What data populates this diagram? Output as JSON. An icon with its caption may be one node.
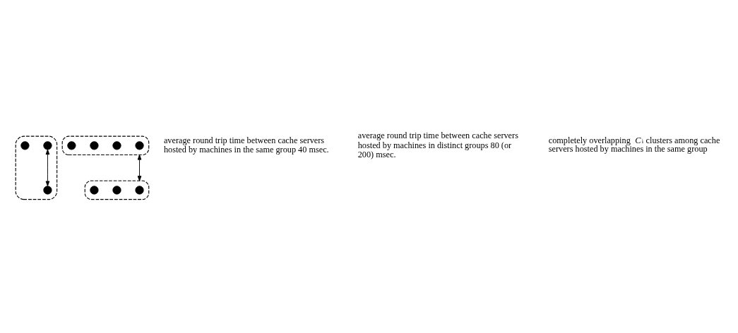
{
  "diagram": {
    "nodes": [
      {
        "text": [],
        "shape": "cloud"
      },
      {
        "text": [],
        "shape": "circle",
        "in": 0
      },
      {
        "text": [],
        "shape": "circle",
        "in": 0
      },
      {
        "text": [],
        "shape": "circle",
        "in": 0
      },
      {
        "text": [],
        "shape": "cloud"
      },
      {
        "text": [],
        "shape": "circle",
        "in": 4
      },
      {
        "text": [],
        "shape": "circle",
        "in": 4
      },
      {
        "text": [],
        "shape": "circle",
        "in": 4
      },
      {
        "text": [],
        "shape": "cloud"
      },
      {
        "text": [],
        "shape": "circle",
        "in": 8
      },
      {
        "text": [],
        "shape": "circle",
        "in": 8
      },
      {
        "text": [],
        "shape": "circle",
        "in": 8
      },
      {
        "text": [],
        "shape": "circle",
        "in": 8
      }
    ],
    "edges": [
      {
        "from": 1,
        "to": 2,
        "arrow": "both"
      },
      {
        "from": 8,
        "to": 4,
        "arrow": "both"
      }
    ],
    "labels": [
      "average round trip time between cache servers hosted by machines in the same group 40 msec.",
      "average round trip time between cache servers hosted by machines in distinct groups 80 (or 200) msec.",
      "completely overlapping *C*$_{i}$ clusters among cache servers hosted by machines in the same group"
    ]
  }
}
